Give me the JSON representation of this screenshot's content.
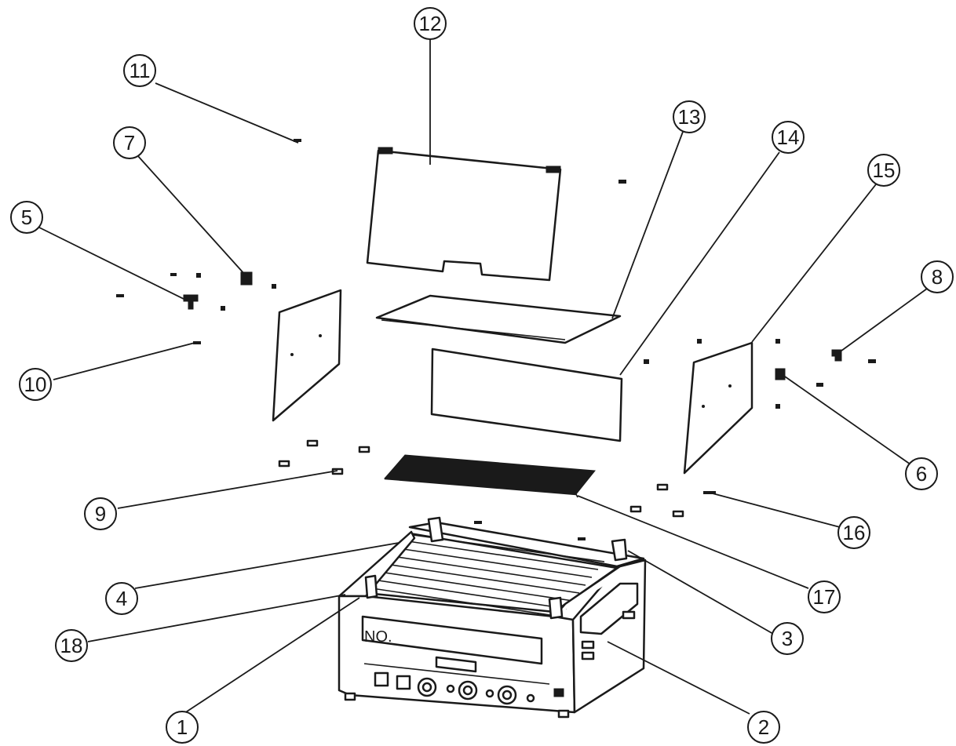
{
  "diagram": {
    "callouts": [
      {
        "id": "1",
        "label": "1"
      },
      {
        "id": "2",
        "label": "2"
      },
      {
        "id": "3",
        "label": "3"
      },
      {
        "id": "4",
        "label": "4"
      },
      {
        "id": "5",
        "label": "5"
      },
      {
        "id": "6",
        "label": "6"
      },
      {
        "id": "7",
        "label": "7"
      },
      {
        "id": "8",
        "label": "8"
      },
      {
        "id": "9",
        "label": "9"
      },
      {
        "id": "10",
        "label": "10"
      },
      {
        "id": "11",
        "label": "11"
      },
      {
        "id": "12",
        "label": "12"
      },
      {
        "id": "13",
        "label": "13"
      },
      {
        "id": "14",
        "label": "14"
      },
      {
        "id": "15",
        "label": "15"
      },
      {
        "id": "16",
        "label": "16"
      },
      {
        "id": "17",
        "label": "17"
      },
      {
        "id": "18",
        "label": "18"
      }
    ],
    "machine_front_text": "NO."
  },
  "colors": {
    "line": "#1a1a1a",
    "background": "#ffffff"
  }
}
